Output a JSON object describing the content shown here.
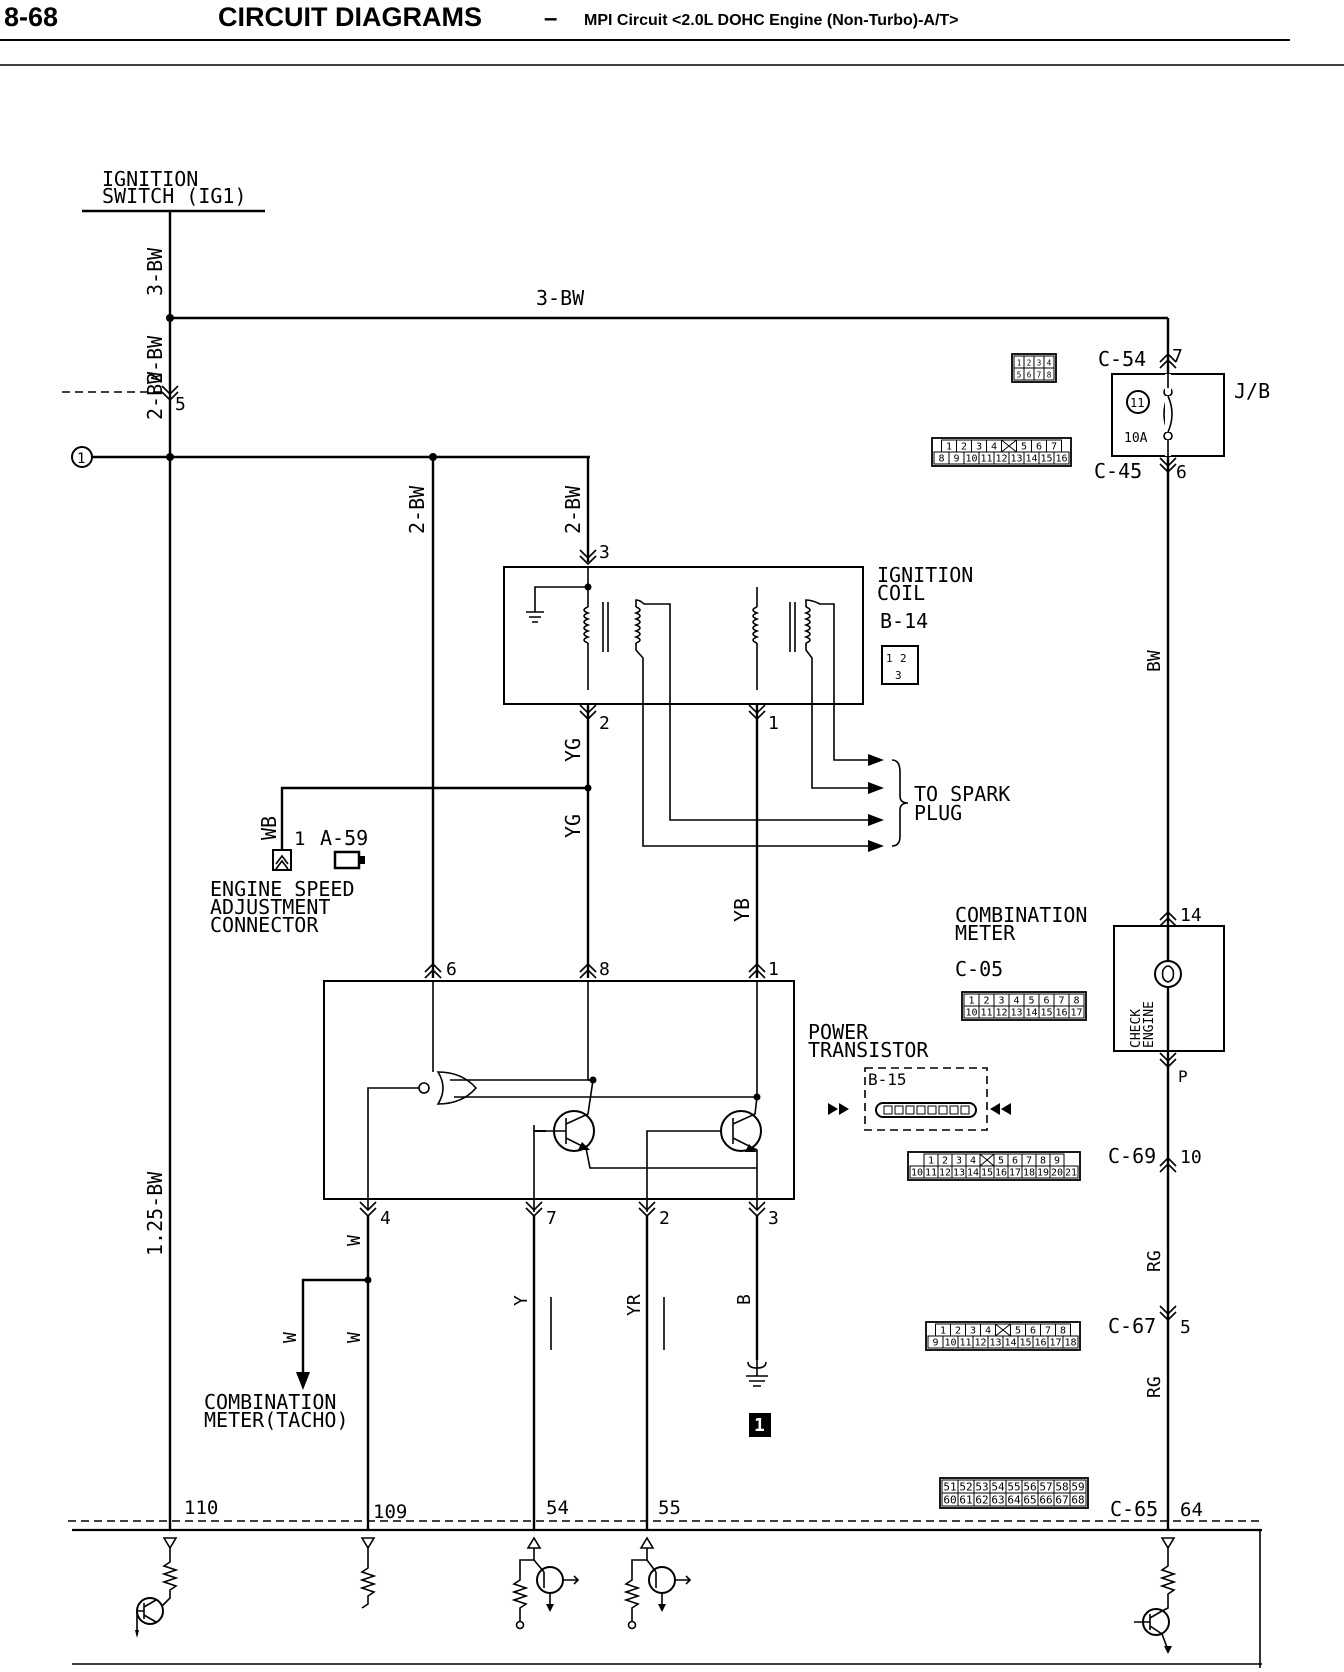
{
  "header": {
    "page_number": "8-68",
    "title": "CIRCUIT DIAGRAMS",
    "dash": "–",
    "subtitle": "MPI Circuit <2.0L DOHC Engine (Non-Turbo)-A/T>"
  },
  "ignition_switch": {
    "line1": "IGNITION",
    "line2": "SWITCH (IG1)"
  },
  "wires": {
    "w_3bw_vertical": "3-BW",
    "w_3bw_horizontal": "3-BW",
    "w_2bw_upper": "2-BW",
    "w_2bw_lower": "2-BW",
    "w_2bw_branch1": "2-BW",
    "w_2bw_branch2": "2-BW",
    "w_125bw": "1.25-BW",
    "w_yg_upper": "YG",
    "w_yg_lower": "YG",
    "w_yb": "YB",
    "w_wb": "WB",
    "w_w_main": "W",
    "w_w_branch1": "W",
    "w_w_branch2": "W",
    "w_y": "Y",
    "w_yr": "YR",
    "w_b": "B",
    "w_bw_right": "BW",
    "w_p": "P",
    "w_rg_upper": "RG",
    "w_rg_lower": "RG"
  },
  "pins": {
    "p5": "5",
    "coil_3": "3",
    "coil_2": "2",
    "coil_1": "1",
    "pt_6": "6",
    "pt_8": "8",
    "pt_1": "1",
    "pt_4": "4",
    "pt_7": "7",
    "pt_2": "2",
    "pt_3": "3",
    "c54_7": "7",
    "c45_6": "6",
    "cm_14": "14",
    "c69_10": "10",
    "c67_5": "5",
    "c65_64": "64",
    "ecu_110": "110",
    "ecu_109": "109",
    "ecu_54": "54",
    "ecu_55": "55",
    "a59_1": "1"
  },
  "components": {
    "ignition_coil": {
      "line1": "IGNITION",
      "line2": "COIL",
      "connector": "B-14"
    },
    "spark_plug": {
      "line1": "TO SPARK",
      "line2": "PLUG"
    },
    "engine_speed": {
      "line1": "ENGINE SPEED",
      "line2": "ADJUSTMENT",
      "line3": "CONNECTOR",
      "connector": "A-59"
    },
    "power_transistor": {
      "line1": "POWER",
      "line2": "TRANSISTOR",
      "connector": "B-15"
    },
    "combination_meter": {
      "line1": "COMBINATION",
      "line2": "METER",
      "connector": "C-05",
      "lamp_line1": "CHECK",
      "lamp_line2": "ENGINE"
    },
    "combination_meter_tacho": {
      "line1": "COMBINATION",
      "line2": "METER(TACHO)"
    },
    "junction_block": {
      "label": "J/B",
      "fuse_number": "11",
      "fuse_rating": "10A"
    },
    "ground_marker": "1",
    "circle_marker": "1"
  },
  "connectors": {
    "c54": "C-54",
    "c45": "C-45",
    "c69": "C-69",
    "c67": "C-67",
    "c65": "C-65"
  },
  "connector_cells": {
    "c54": [
      [
        "1",
        "2",
        "3",
        "4"
      ],
      [
        "5",
        "6",
        "7",
        "8"
      ]
    ],
    "c45": [
      [
        "1",
        "2",
        "3",
        "4",
        "",
        "5",
        "6",
        "7"
      ],
      [
        "8",
        "9",
        "10",
        "11",
        "12",
        "13",
        "14",
        "15",
        "16"
      ]
    ],
    "c05": [
      [
        "1",
        "2",
        "3",
        "4",
        "5",
        "6",
        "7",
        "8"
      ],
      [
        "10",
        "11",
        "12",
        "13",
        "14",
        "15",
        "16",
        "17"
      ]
    ],
    "c69": [
      [
        "1",
        "2",
        "3",
        "4",
        "",
        "5",
        "6",
        "7",
        "8",
        "9"
      ],
      [
        "10",
        "11",
        "12",
        "13",
        "14",
        "15",
        "16",
        "17",
        "18",
        "19",
        "20",
        "21"
      ]
    ],
    "c67": [
      [
        "1",
        "2",
        "3",
        "4",
        "",
        "5",
        "6",
        "7",
        "8"
      ],
      [
        "9",
        "10",
        "11",
        "12",
        "13",
        "14",
        "15",
        "16",
        "17",
        "18"
      ]
    ],
    "c65": [
      [
        "51",
        "52",
        "53",
        "54",
        "55",
        "56",
        "57",
        "58",
        "59"
      ],
      [
        "60",
        "61",
        "62",
        "63",
        "64",
        "65",
        "66",
        "67",
        "68"
      ]
    ],
    "b14": [
      [
        "1",
        "2"
      ],
      [
        "3"
      ]
    ]
  }
}
